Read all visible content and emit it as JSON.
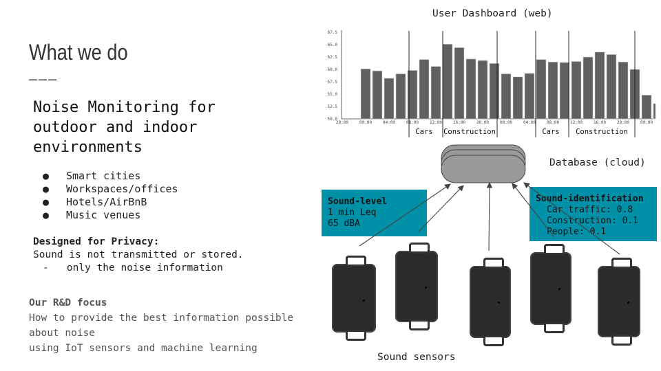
{
  "slide": {
    "title": "What we do",
    "rule": "———",
    "subtitle": "Noise Monitoring for outdoor and indoor environments",
    "bullets": [
      "Smart cities",
      "Workspaces/offices",
      "Hotels/AirBnB",
      "Music venues"
    ],
    "privacy_heading": "Designed for Privacy:",
    "privacy_text": "Sound is not transmitted or stored.",
    "privacy_sub": "-   only the noise information",
    "rd_heading": "Our R&D focus",
    "rd_lines": [
      "How to provide the best information possible",
      "about noise",
      "using IoT sensors and machine learning"
    ]
  },
  "diagram": {
    "dashboard_label": "User Dashboard (web)",
    "database_label": "Database (cloud)",
    "sensors_label": "Sound sensors",
    "sound_level": {
      "heading": "Sound-level",
      "lines": [
        "1 min Leq",
        "65 dBA"
      ]
    },
    "sound_identification": {
      "heading": "Sound-identification",
      "lines": [
        "Car traffic: 0.8",
        "Construction: 0.1",
        "People: 0.1"
      ]
    },
    "accent": "#0090a8"
  },
  "chart_data": {
    "type": "bar",
    "ylim": [
      50,
      67.5
    ],
    "yticks": [
      "50.0",
      "52.5",
      "55.0",
      "57.5",
      "60.0",
      "62.5",
      "65.0",
      "67.5"
    ],
    "xticks": [
      "20:00",
      "00:00",
      "04:00",
      "08:00",
      "12:00",
      "16:00",
      "20:00",
      "00:00",
      "04:00",
      "08:00",
      "12:00",
      "16:00",
      "20:00",
      "00:00"
    ],
    "values": [
      60.1,
      59.7,
      58.2,
      59.1,
      59.8,
      62.0,
      60.6,
      65.1,
      64.4,
      62.1,
      61.8,
      61.2,
      59.1,
      58.5,
      59.2,
      62.0,
      61.5,
      61.4,
      61.6,
      62.5,
      63.5,
      63.0,
      61.5,
      60.0,
      54.8,
      53.1
    ],
    "annotations": [
      "Cars",
      "Construction",
      "Cars",
      "Construction"
    ],
    "bar_color": "#606060"
  }
}
